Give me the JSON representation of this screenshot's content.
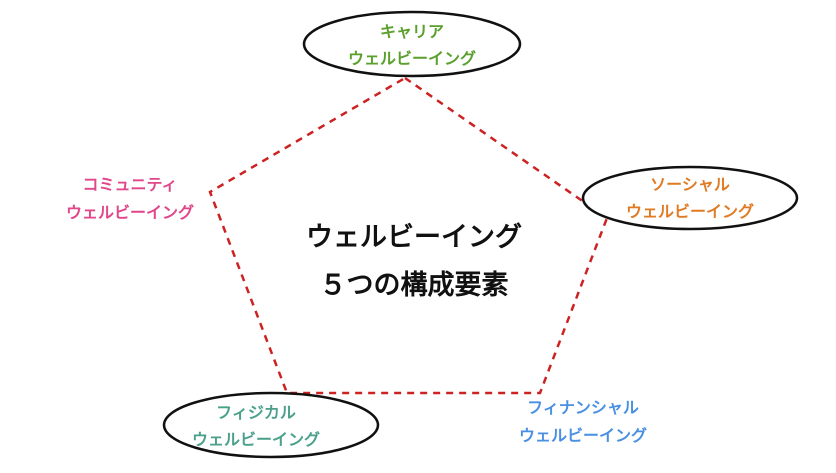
{
  "center": {
    "line1": "ウェルビーイング",
    "line2": "５つの構成要素"
  },
  "nodes": {
    "career": {
      "line1": "キャリア",
      "line2": "ウェルビーイング",
      "color": "#5aa02c"
    },
    "social": {
      "line1": "ソーシャル",
      "line2": "ウェルビーイング",
      "color": "#e07b24"
    },
    "financial": {
      "line1": "フィナンシャル",
      "line2": "ウェルビーイング",
      "color": "#4a90e2"
    },
    "physical": {
      "line1": "フィジカル",
      "line2": "ウェルビーイング",
      "color": "#4aa08a"
    },
    "community": {
      "line1": "コミュニティ",
      "line2": "ウェルビーイング",
      "color": "#e0468a"
    }
  },
  "colors": {
    "pentagon_stroke": "#cc2222",
    "ellipse_stroke": "#111111",
    "center_text": "#111111"
  }
}
